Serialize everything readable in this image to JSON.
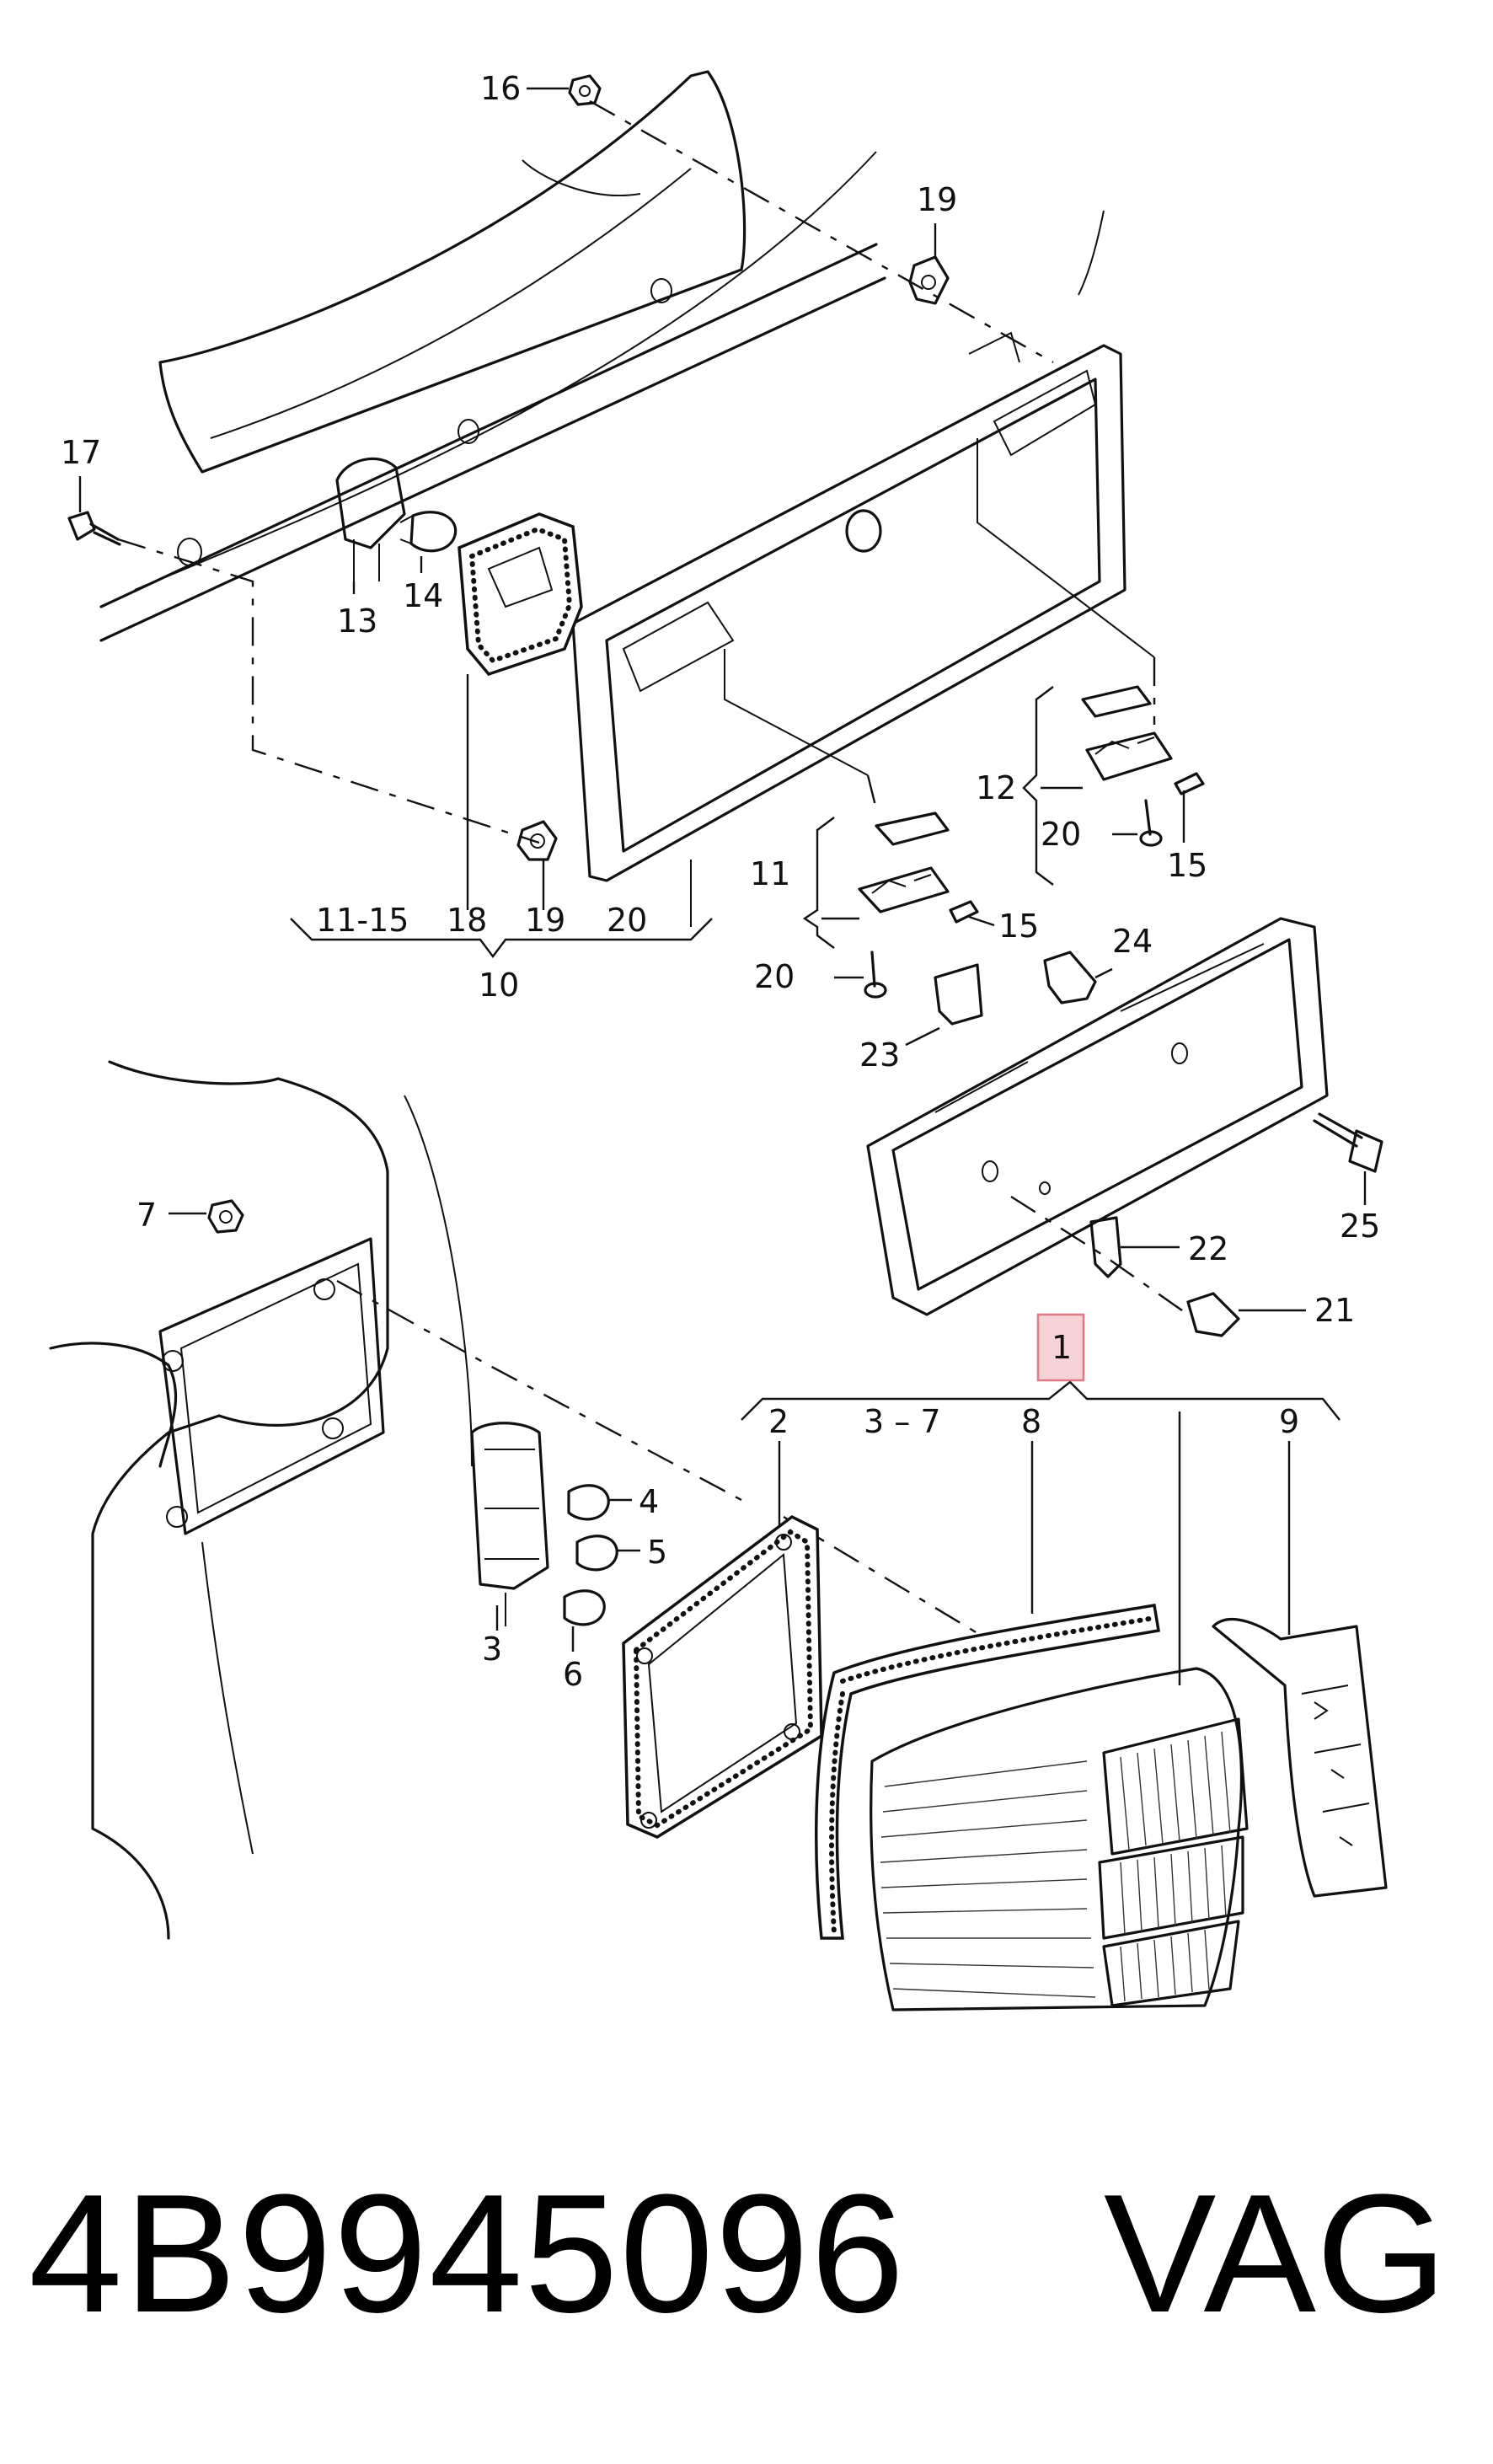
{
  "callouts": {
    "c16": "16",
    "c19a": "19",
    "c17": "17",
    "c13": "13",
    "c14": "14",
    "c18": "18",
    "c19b": "19",
    "c20a": "20",
    "c1115": "11-15",
    "c10": "10",
    "c11": "11",
    "c12": "12",
    "c15a": "15",
    "c15b": "15",
    "c20b": "20",
    "c20c": "20",
    "c24": "24",
    "c23": "23",
    "c25": "25",
    "c22": "22",
    "c21": "21",
    "c7": "7",
    "c4": "4",
    "c5": "5",
    "c3": "3",
    "c6": "6",
    "c1": "1",
    "c2": "2",
    "c37": "3 – 7",
    "c8": "8",
    "c9": "9"
  },
  "footer": {
    "part_number": "4B9945096",
    "brand": "VAG"
  },
  "colors": {
    "highlight_fill": "#f6d3d6",
    "highlight_stroke": "#e07a84",
    "ink": "#111111"
  }
}
